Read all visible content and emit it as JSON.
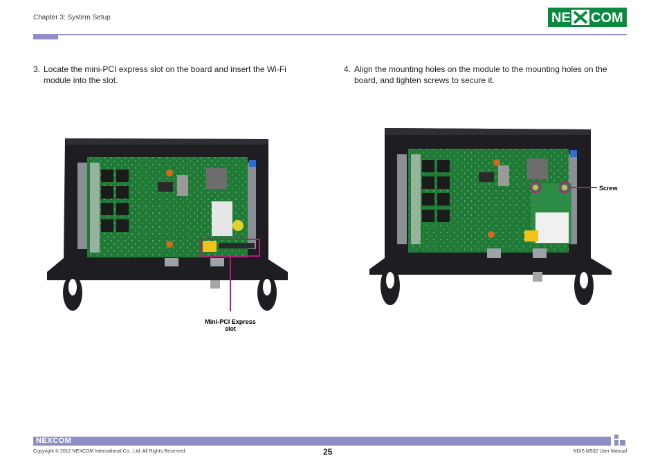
{
  "header": {
    "chapter": "Chapter 3: System Setup",
    "logo_text": "NEXCOM"
  },
  "steps": [
    {
      "number": "3.",
      "text": "Locate the mini-PCI express slot on the board and insert the Wi-Fi module into the slot."
    },
    {
      "number": "4.",
      "text": "Align the mounting holes on the module to the mounting holes on the board, and tighten screws to secure it."
    }
  ],
  "figures": {
    "left": {
      "callout": "Mini-PCI Express slot",
      "callout_line1": "Mini-PCI Express",
      "callout_line2": "slot"
    },
    "right": {
      "callout": "Screw"
    }
  },
  "colors": {
    "accent": "#8f8fc6",
    "callout": "#c4127e",
    "logo_green": "#0a8a3e"
  },
  "footer": {
    "logo_text": "NEXCOM",
    "copyright": "Copyright © 2012 NEXCOM International Co., Ltd. All Rights Reserved.",
    "page_number": "25",
    "manual_title": "NDiS M532 User Manual"
  }
}
